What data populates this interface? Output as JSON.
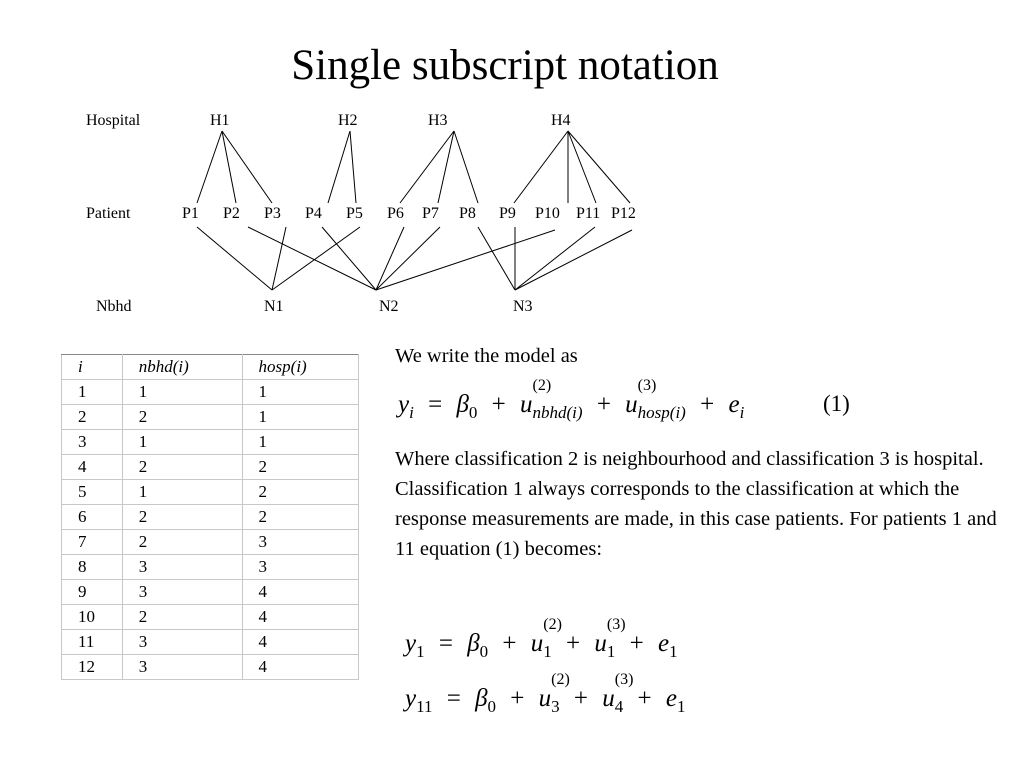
{
  "title": "Single subscript notation",
  "diagram": {
    "row_labels": {
      "hospital": "Hospital",
      "patient": "Patient",
      "nbhd": "Nbhd"
    },
    "hospitals": [
      "H1",
      "H2",
      "H3",
      "H4"
    ],
    "patients": [
      "P1",
      "P2",
      "P3",
      "P4",
      "P5",
      "P6",
      "P7",
      "P8",
      "P9",
      "P10",
      "P11",
      "P12"
    ],
    "neighbourhoods": [
      "N1",
      "N2",
      "N3"
    ]
  },
  "table": {
    "headers": [
      "i",
      "nbhd(i)",
      "hosp(i)"
    ],
    "rows": [
      [
        "1",
        "1",
        "1"
      ],
      [
        "2",
        "2",
        "1"
      ],
      [
        "3",
        "1",
        "1"
      ],
      [
        "4",
        "2",
        "2"
      ],
      [
        "5",
        "1",
        "2"
      ],
      [
        "6",
        "2",
        "2"
      ],
      [
        "7",
        "2",
        "3"
      ],
      [
        "8",
        "3",
        "3"
      ],
      [
        "9",
        "3",
        "4"
      ],
      [
        "10",
        "2",
        "4"
      ],
      [
        "11",
        "3",
        "4"
      ],
      [
        "12",
        "3",
        "4"
      ]
    ]
  },
  "text": {
    "intro": "We write the model as",
    "explanation": "Where classification 2 is neighbourhood and classification 3 is hospital. Classification 1 always corresponds to the classification at which the response measurements are made, in this case patients. For patients 1 and 11 equation (1) becomes:",
    "eq_number": "(1)"
  },
  "equations": {
    "main": {
      "y": "y",
      "y_sub": "i",
      "beta": "β",
      "beta_sub": "0",
      "u": "u",
      "u1_sup": "(2)",
      "u1_sub": "nbhd(i)",
      "u2_sup": "(3)",
      "u2_sub": "hosp(i)",
      "e": "e",
      "e_sub": "i",
      "eq": "=",
      "plus": "+"
    },
    "p1": {
      "y": "y",
      "y_sub": "1",
      "beta": "β",
      "beta_sub": "0",
      "u": "u",
      "u1_sup": "(2)",
      "u1_sub": "1",
      "u2_sup": "(3)",
      "u2_sub": "1",
      "e": "e",
      "e_sub": "1",
      "eq": "=",
      "plus": "+"
    },
    "p11": {
      "y": "y",
      "y_sub": "11",
      "beta": "β",
      "beta_sub": "0",
      "u": "u",
      "u1_sup": "(2)",
      "u1_sub": "3",
      "u2_sup": "(3)",
      "u2_sub": "4",
      "e": "e",
      "e_sub": "1",
      "eq": "=",
      "plus": "+"
    }
  }
}
